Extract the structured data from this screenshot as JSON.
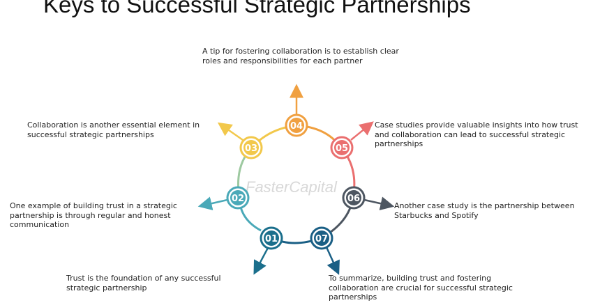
{
  "title": "Keys to Successful Strategic Partnerships",
  "watermark": "FasterCapital",
  "colors": {
    "step01": "#1b6f8c",
    "step02": "#4aa9b8",
    "step03": "#f2c84b",
    "step04": "#f0a040",
    "step05": "#ea6f6f",
    "step06": "#4d5661",
    "step07": "#1a5f85"
  },
  "steps": [
    {
      "number": "01",
      "text": "Trust is the foundation of any successful strategic partnership"
    },
    {
      "number": "02",
      "text": "One example of building trust in a strategic partnership is through regular and honest communication"
    },
    {
      "number": "03",
      "text": "Collaboration is another essential element in successful strategic partnerships"
    },
    {
      "number": "04",
      "text": "A tip for fostering collaboration is to establish clear roles and responsibilities for each partner"
    },
    {
      "number": "05",
      "text": "Case studies provide valuable insights into how trust and collaboration can lead to successful strategic partnerships"
    },
    {
      "number": "06",
      "text": "Another case study is the partnership between Starbucks and Spotify"
    },
    {
      "number": "07",
      "text": "To summarize, building trust and fostering collaboration are crucial for successful strategic partnerships"
    }
  ]
}
